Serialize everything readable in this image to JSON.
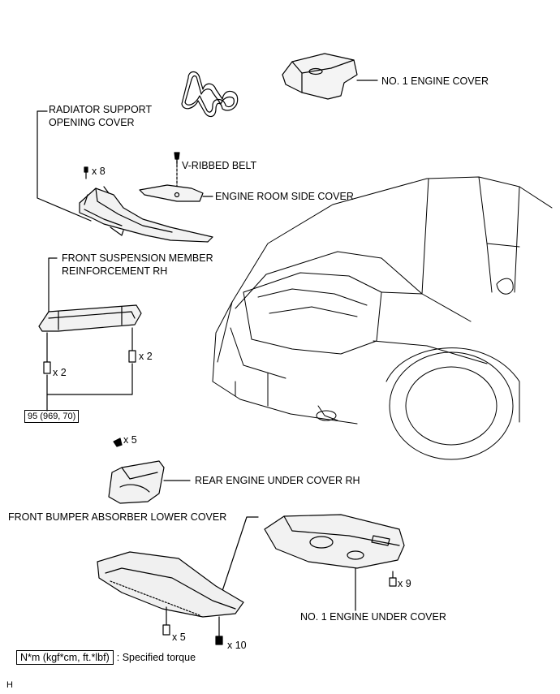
{
  "labels": {
    "engine_cover": "NO. 1 ENGINE COVER",
    "radiator_cover_1": "RADIATOR SUPPORT",
    "radiator_cover_2": "OPENING COVER",
    "v_belt": "V-RIBBED BELT",
    "engine_room_side_cover": "ENGINE ROOM SIDE COVER",
    "front_susp_1": "FRONT SUSPENSION MEMBER",
    "front_susp_2": "REINFORCEMENT RH",
    "rear_engine_under_cover": "REAR ENGINE UNDER COVER RH",
    "bumper_absorber_cover": "FRONT BUMPER ABSORBER LOWER COVER",
    "engine_under_cover": "NO. 1 ENGINE UNDER COVER"
  },
  "quantities": {
    "radiator_clips": "x 8",
    "susp_bolts_left": "x 2",
    "susp_bolts_right": "x 2",
    "rear_cover_clips": "x 5",
    "under_cover_screws": "x 9",
    "bumper_bolts": "x 5",
    "bumper_screws": "x 10"
  },
  "torque_spec": "95 (969, 70)",
  "legend": {
    "unit_box": "N*m (kgf*cm, ft.*lbf)",
    "text": ": Specified torque"
  },
  "corner_mark": "H"
}
